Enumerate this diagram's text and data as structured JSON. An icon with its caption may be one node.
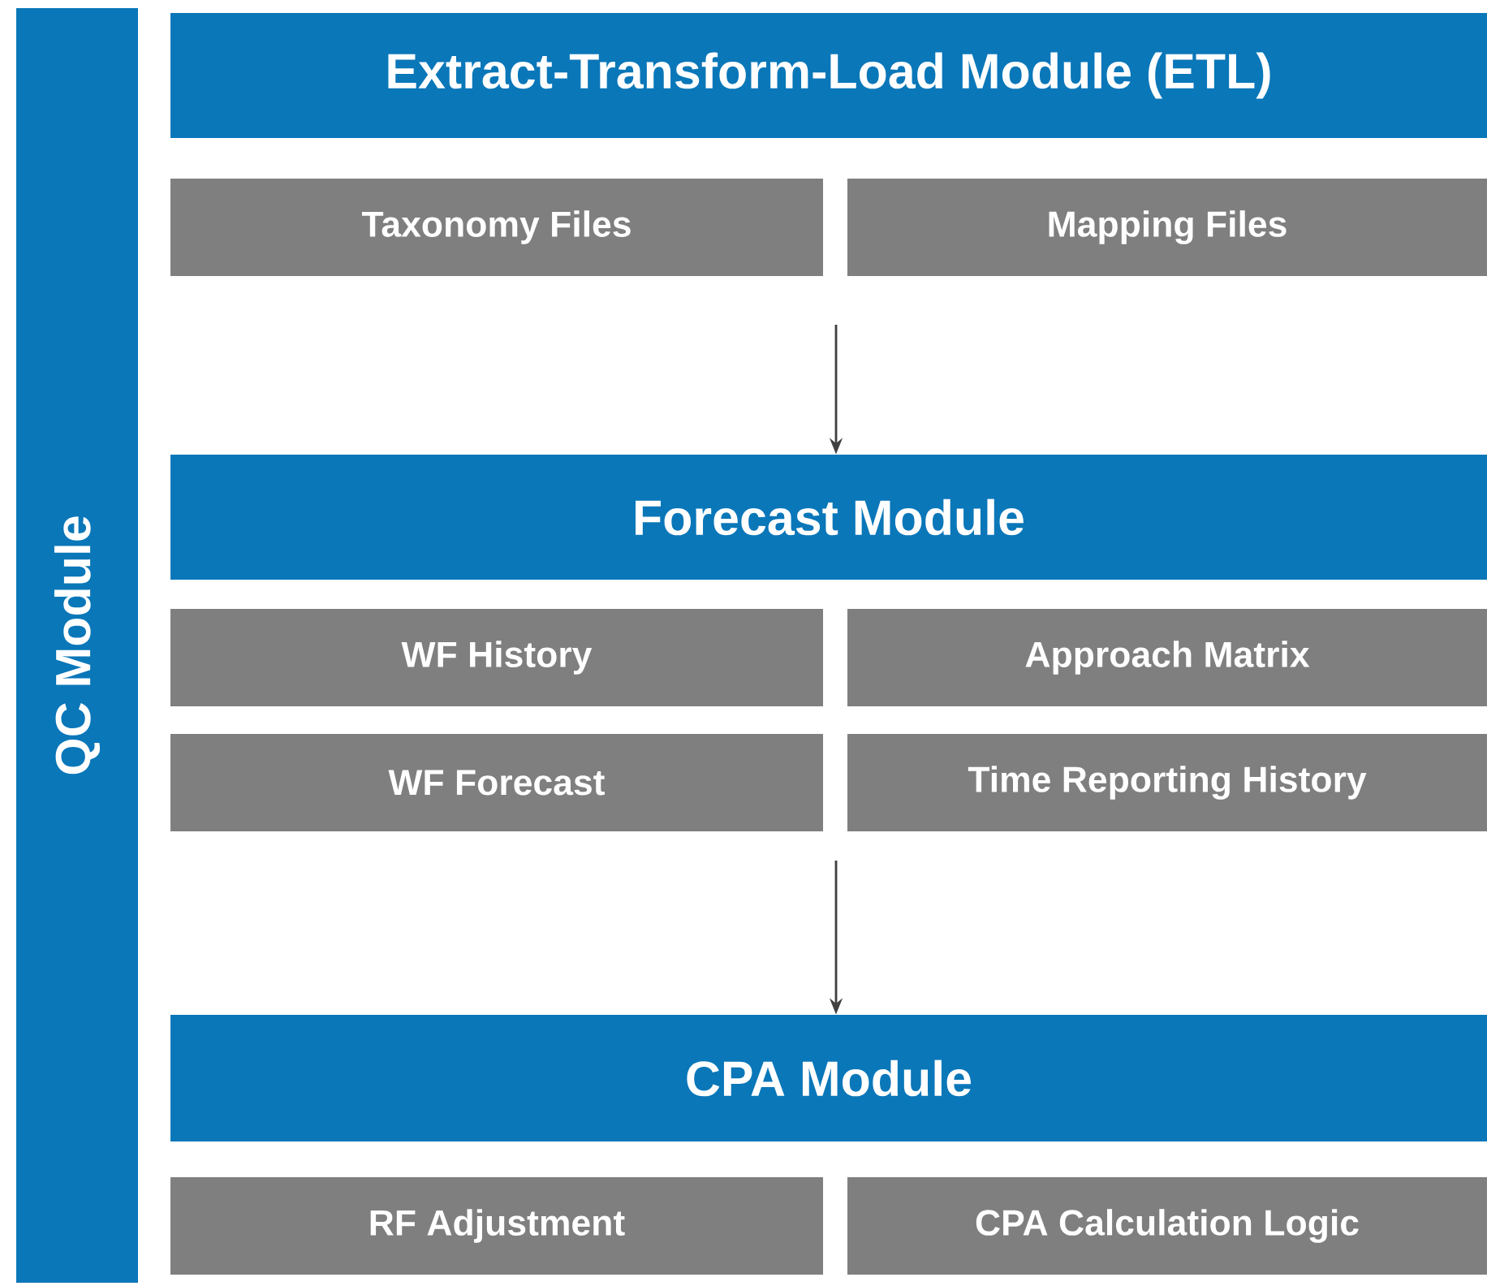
{
  "diagram": {
    "nodes": [
      {
        "text": [
          "QC Module"
        ]
      },
      {
        "text": [
          "Extract-Transform-Load Module (ETL)"
        ]
      },
      {
        "text": [
          "Taxonomy Files"
        ]
      },
      {
        "text": [
          "Mapping Files"
        ]
      },
      {
        "text": [
          "Forecast Module"
        ]
      },
      {
        "text": [
          "WF History"
        ]
      },
      {
        "text": [
          "Approach Matrix"
        ]
      },
      {
        "text": [
          "WF Forecast"
        ]
      },
      {
        "text": [
          "Time Reporting History"
        ]
      },
      {
        "text": [
          "CPA Module"
        ]
      },
      {
        "text": [
          "RF Adjustment"
        ]
      },
      {
        "text": [
          "CPA Calculation Logic"
        ]
      }
    ],
    "edges": [
      {
        "from": null,
        "to": 4,
        "arrow": "to"
      },
      {
        "from": null,
        "to": 9,
        "arrow": "to"
      }
    ]
  }
}
